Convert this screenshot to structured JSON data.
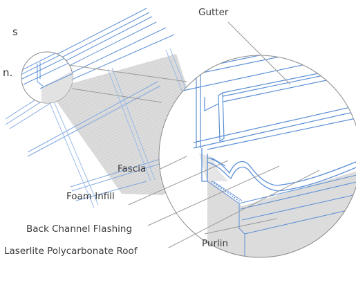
{
  "diagram": {
    "labels": {
      "gutter": "Gutter",
      "fascia": "Fascia",
      "foam_infill": "Foam Infill",
      "back_channel_flashing": "Back Channel Flashing",
      "laserlite_polycarbonate_roof": "Laserlite Polycarbonate Roof",
      "purlin": "Purlin"
    },
    "clipped_text": {
      "top": "s",
      "middle": "n."
    },
    "colors": {
      "structure_line": "#5b8fd6",
      "light_line": "#a9c4ea",
      "roof_fill": "#d9d9d9",
      "label_text": "#3a3a3a",
      "leader_line": "#9a9a9a",
      "magnifier_circle": "#8a8a8a"
    }
  }
}
